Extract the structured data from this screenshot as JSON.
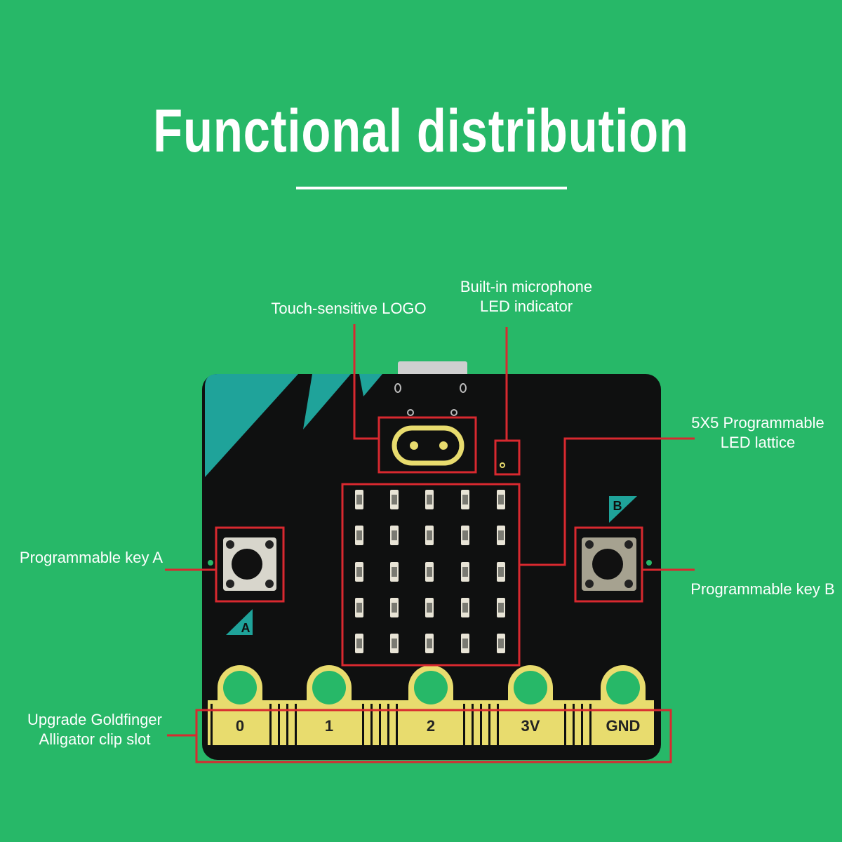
{
  "title": "Functional distribution",
  "labels": {
    "touch_logo": "Touch-sensitive LOGO",
    "microphone_line1": "Built-in microphone",
    "microphone_line2": "LED indicator",
    "led_lattice_line1": "5X5 Programmable",
    "led_lattice_line2": "LED lattice",
    "key_a": "Programmable key A",
    "key_b": "Programmable key B",
    "goldfinger_line1": "Upgrade Goldfinger",
    "goldfinger_line2": "Alligator clip slot"
  },
  "board": {
    "button_a_mark": "A",
    "button_b_mark": "B",
    "pins": [
      "0",
      "1",
      "2",
      "3V",
      "GND"
    ],
    "led_rows": 5,
    "led_cols": 5
  },
  "colors": {
    "background": "#27b868",
    "board": "#0f1010",
    "teal": "#1fa39a",
    "gold": "#e8dc6e",
    "highlight": "#d8292f"
  }
}
